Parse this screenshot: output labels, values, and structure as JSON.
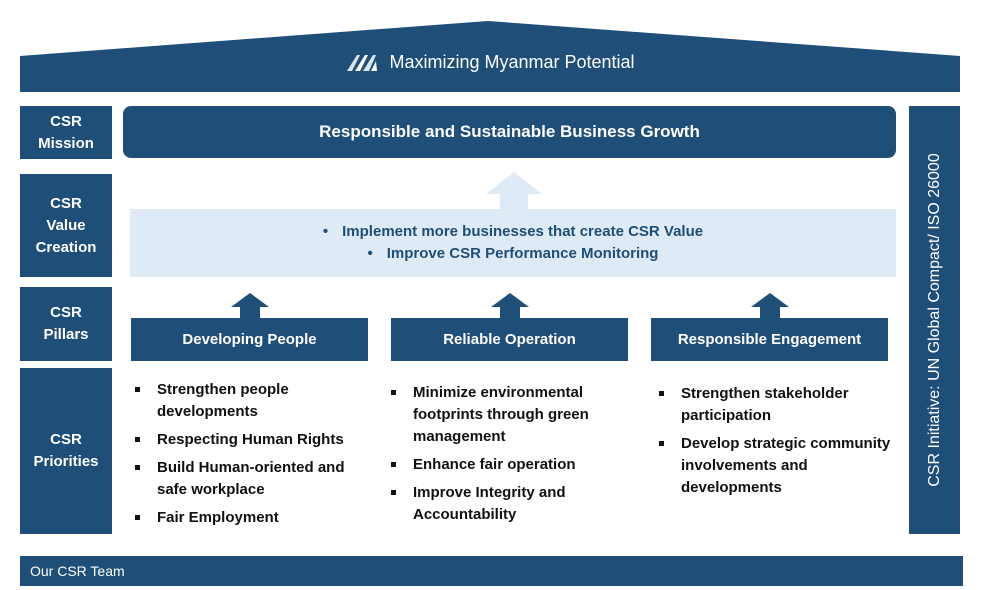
{
  "header": {
    "title": "Maximizing Myanmar Potential",
    "logo_icon": "company-logo-icon"
  },
  "labels": {
    "mission": "CSR\nMission",
    "value_creation": "CSR\nValue\nCreation",
    "pillars": "CSR\nPillars",
    "priorities": "CSR\nPriorities"
  },
  "mission": "Responsible and Sustainable Business Growth",
  "value_creation": [
    "Implement more businesses that create CSR Value",
    "Improve CSR Performance Monitoring"
  ],
  "pillars": [
    {
      "title": "Developing People",
      "priorities": [
        "Strengthen people developments",
        "Respecting Human Rights",
        "Build Human-oriented and safe workplace",
        "Fair Employment"
      ]
    },
    {
      "title": "Reliable Operation",
      "priorities": [
        "Minimize environmental footprints through green management",
        "Enhance fair operation",
        "Improve Integrity and Accountability"
      ]
    },
    {
      "title": "Responsible Engagement",
      "priorities": [
        "Strengthen stakeholder participation",
        "Develop strategic community involvements and developments"
      ]
    }
  ],
  "initiative": "CSR Initiative: UN Global Compact/ ISO 26000",
  "footer": "Our CSR Team",
  "colors": {
    "navy": "#1f4e79",
    "light_blue": "#deeaf6",
    "arrow_light": "#deeaf6"
  }
}
